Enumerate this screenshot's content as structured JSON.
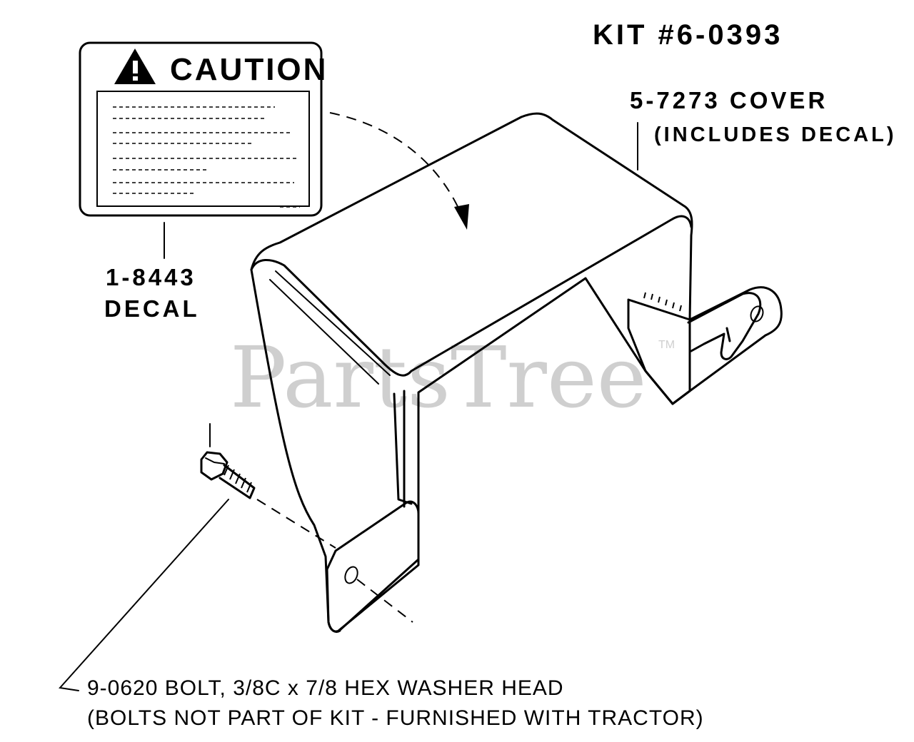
{
  "kit_title": "KIT #6-0393",
  "cover": {
    "part_line": "5-7273 COVER",
    "note_line": "(INCLUDES DECAL)"
  },
  "decal": {
    "part_number": "1-8443",
    "name": "DECAL",
    "caution_heading": "CAUTION"
  },
  "bolt": {
    "line1": "9-0620 BOLT, 3/8C x 7/8 HEX WASHER HEAD",
    "line2": "(BOLTS NOT PART OF KIT - FURNISHED WITH TRACTOR)"
  },
  "watermark": {
    "text": "PartsTree",
    "tm": "TM"
  }
}
